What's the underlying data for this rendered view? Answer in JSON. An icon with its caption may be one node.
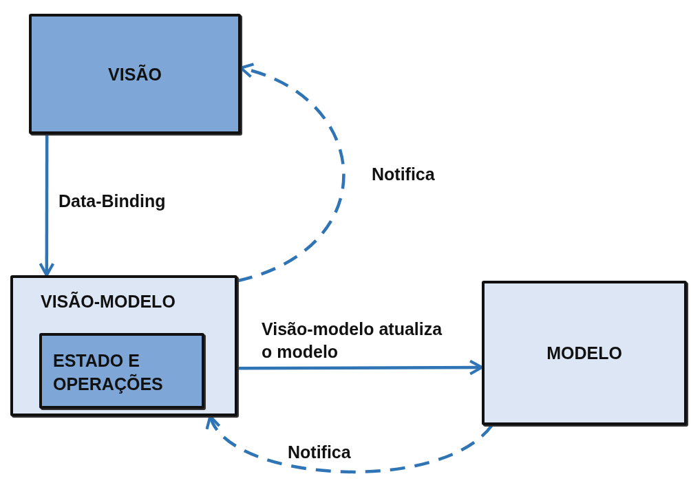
{
  "diagram": {
    "nodes": [
      {
        "text": [
          "VISÃO"
        ]
      },
      {
        "text": [
          "VISÃO-MODELO"
        ]
      },
      {
        "text": [
          "ESTADO E OPERAÇÕES"
        ],
        "in": 1
      },
      {
        "text": [
          "MODELO"
        ]
      }
    ],
    "edges": [
      {
        "from": 0,
        "to": 1,
        "arrow": "to",
        "label": "Data-Binding"
      },
      {
        "from": 1,
        "to": 0,
        "arrow": "to",
        "label": "Notifica",
        "style": "dashed"
      },
      {
        "from": 1,
        "to": 3,
        "arrow": "to",
        "label": "Visão-modelo atualiza o modelo"
      },
      {
        "from": 3,
        "to": 1,
        "arrow": "to",
        "label": "Notifica",
        "style": "dashed"
      }
    ]
  }
}
